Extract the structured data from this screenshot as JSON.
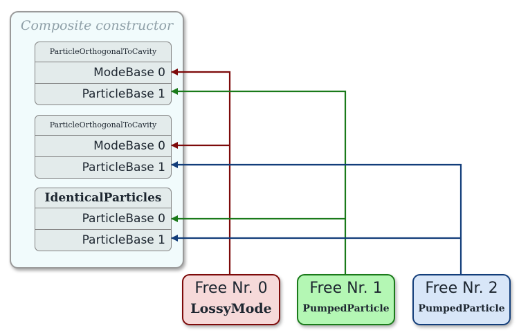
{
  "composite": {
    "title": "Composite constructor"
  },
  "subsystems": [
    {
      "name": "ParticleOrthogonalToCavity",
      "slots": [
        "ModeBase 0",
        "ParticleBase 1"
      ]
    },
    {
      "name": "ParticleOrthogonalToCavity",
      "slots": [
        "ModeBase 0",
        "ParticleBase 1"
      ]
    },
    {
      "name": "IdenticalParticles",
      "slots": [
        "ParticleBase 0",
        "ParticleBase 1"
      ]
    }
  ],
  "frees": [
    {
      "label": "Free Nr. 0",
      "type": "LossyMode",
      "color": "#7d0a0a",
      "fill": "#f6d9d9"
    },
    {
      "label": "Free Nr. 1",
      "type": "PumpedParticle",
      "color": "#1a7a1a",
      "fill": "#b4f7b4"
    },
    {
      "label": "Free Nr. 2",
      "type": "PumpedParticle",
      "color": "#123d7a",
      "fill": "#d8e6f8"
    }
  ]
}
